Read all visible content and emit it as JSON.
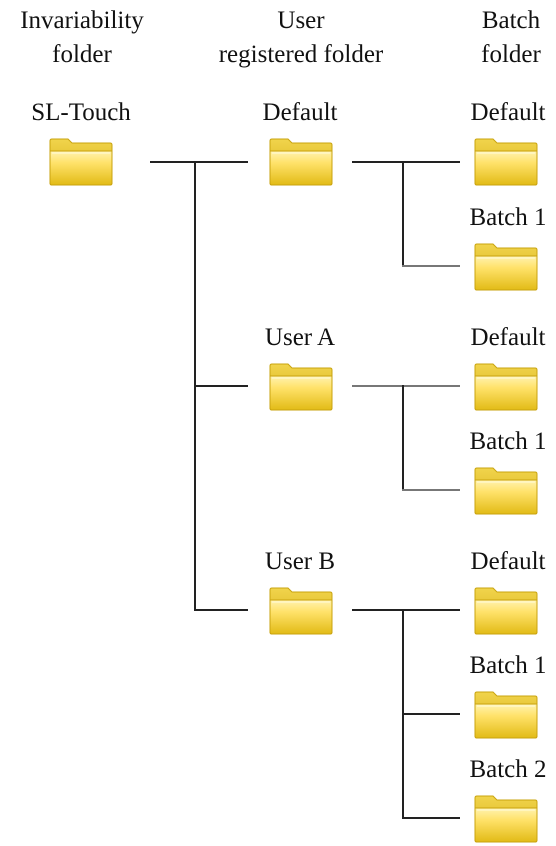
{
  "headers": {
    "invariability": "Invariability\nfolder",
    "user_registered": "User\nregistered folder",
    "batch": "Batch\nfolder"
  },
  "root": {
    "label": "SL-Touch"
  },
  "users": [
    {
      "label": "Default",
      "batches": [
        "Default",
        "Batch 1"
      ]
    },
    {
      "label": "User A",
      "batches": [
        "Default",
        "Batch 1"
      ]
    },
    {
      "label": "User B",
      "batches": [
        "Default",
        "Batch 1",
        "Batch 2"
      ]
    }
  ],
  "colors": {
    "folder_light": "#ffe98a",
    "folder_dark": "#e8c31d",
    "folder_edge": "#caa30f",
    "line": "#222222"
  }
}
